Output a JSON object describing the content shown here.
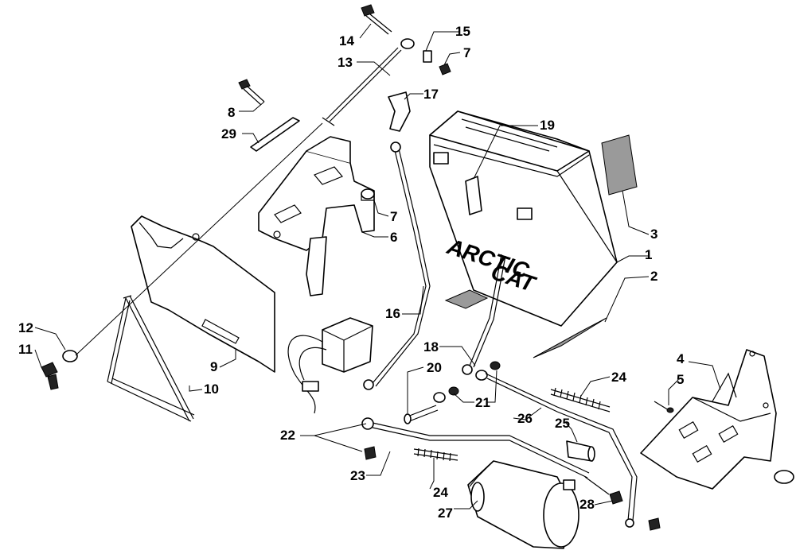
{
  "diagram": {
    "brand_text_1": "ARCTIC",
    "brand_text_2": "CAT",
    "callouts": [
      {
        "id": "c1",
        "label": "1"
      },
      {
        "id": "c2",
        "label": "2"
      },
      {
        "id": "c3",
        "label": "3"
      },
      {
        "id": "c4",
        "label": "4"
      },
      {
        "id": "c5",
        "label": "5"
      },
      {
        "id": "c6",
        "label": "6"
      },
      {
        "id": "c7a",
        "label": "7"
      },
      {
        "id": "c7b",
        "label": "7"
      },
      {
        "id": "c8",
        "label": "8"
      },
      {
        "id": "c9",
        "label": "9"
      },
      {
        "id": "c10",
        "label": "10"
      },
      {
        "id": "c11",
        "label": "11"
      },
      {
        "id": "c12",
        "label": "12"
      },
      {
        "id": "c13",
        "label": "13"
      },
      {
        "id": "c14",
        "label": "14"
      },
      {
        "id": "c15",
        "label": "15"
      },
      {
        "id": "c16",
        "label": "16"
      },
      {
        "id": "c17",
        "label": "17"
      },
      {
        "id": "c18",
        "label": "18"
      },
      {
        "id": "c19",
        "label": "19"
      },
      {
        "id": "c20",
        "label": "20"
      },
      {
        "id": "c21",
        "label": "21"
      },
      {
        "id": "c22",
        "label": "22"
      },
      {
        "id": "c23",
        "label": "23"
      },
      {
        "id": "c24a",
        "label": "24"
      },
      {
        "id": "c24b",
        "label": "24"
      },
      {
        "id": "c25",
        "label": "25"
      },
      {
        "id": "c26",
        "label": "26"
      },
      {
        "id": "c27",
        "label": "27"
      },
      {
        "id": "c28",
        "label": "28"
      },
      {
        "id": "c29",
        "label": "29"
      }
    ]
  }
}
